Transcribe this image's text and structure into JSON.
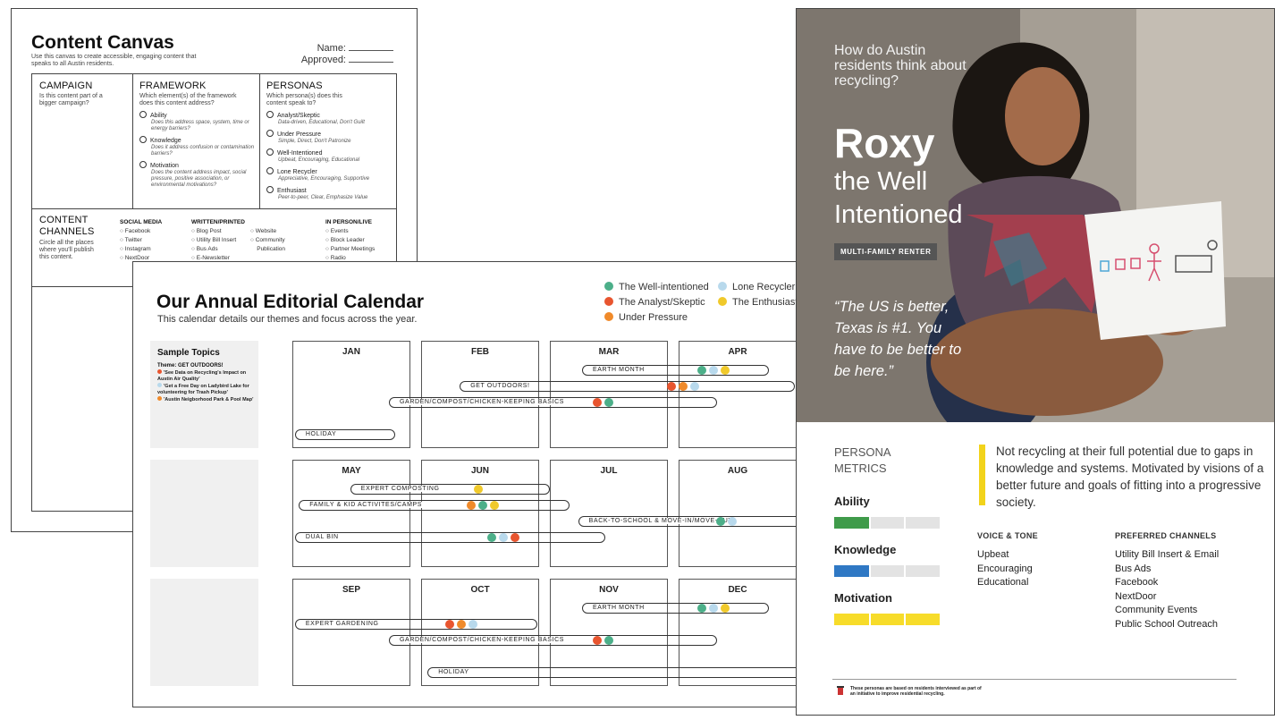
{
  "content_canvas": {
    "title": "Content Canvas",
    "subtitle": "Use this canvas to create accessible, engaging content that speaks to all Austin residents.",
    "name_label": "Name:",
    "approved_label": "Approved:",
    "campaign": {
      "heading": "CAMPAIGN",
      "desc": "Is this content part of a bigger campaign?"
    },
    "framework": {
      "heading": "FRAMEWORK",
      "desc": "Which element(s) of the framework does this content address?",
      "options": [
        {
          "label": "Ability",
          "note": "Does this address space, system, time or energy barriers?"
        },
        {
          "label": "Knowledge",
          "note": "Does it address confusion or contamination barriers?"
        },
        {
          "label": "Motivation",
          "note": "Does the content address impact, social pressure, positive association, or environmental motivations?"
        }
      ]
    },
    "personas": {
      "heading": "PERSONAS",
      "desc": "Which persona(s) does this content speak to?",
      "options": [
        {
          "label": "Analyst/Skeptic",
          "note": "Data-driven, Educational, Don't Guilt"
        },
        {
          "label": "Under Pressure",
          "note": "Simple, Direct, Don't Patronize"
        },
        {
          "label": "Well-Intentioned",
          "note": "Upbeat, Encouraging, Educational"
        },
        {
          "label": "Lone Recycler",
          "note": "Appreciative, Encouraging, Supportive"
        },
        {
          "label": "Enthusiast",
          "note": "Peer-to-peer, Clear, Emphasize Value"
        }
      ]
    },
    "channels": {
      "heading": "CONTENT CHANNELS",
      "desc": "Circle all the places where you'll publish this content.",
      "social": {
        "heading": "SOCIAL MEDIA",
        "items": [
          "Facebook",
          "Twitter",
          "Instagram",
          "NextDoor"
        ]
      },
      "written": {
        "heading": "WRITTEN/PRINTED",
        "items": [
          "Blog Post",
          "Utility Bill Insert",
          "Bus Ads",
          "E-Newsletter"
        ],
        "items2": [
          "Website",
          "Community",
          "Publication"
        ]
      },
      "inperson": {
        "heading": "IN PERSON/LIVE",
        "items": [
          "Events",
          "Block Leader",
          "Partner Meetings",
          "Radio"
        ]
      }
    }
  },
  "calendar": {
    "title": "Our Annual Editorial Calendar",
    "subtitle": "This calendar details our themes and focus across the year.",
    "legend": [
      {
        "label": "The Well-intentioned",
        "color": "#4caf89"
      },
      {
        "label": "Lone Recycler",
        "color": "#b8d9ec"
      },
      {
        "label": "The Analyst/Skeptic",
        "color": "#e8552f"
      },
      {
        "label": "The Enthusiast",
        "color": "#f0c92b"
      },
      {
        "label": "Under Pressure",
        "color": "#f08a2a"
      }
    ],
    "sample_topics": {
      "heading": "Sample Topics",
      "theme": "Theme: GET OUTDOORS!",
      "items": [
        {
          "text": "'See Data on Recycling's Impact on Austin Air Quality'",
          "color": "#e8552f"
        },
        {
          "text": "'Get a Free Day on Ladybird Lake for volunteering for Trash Pickup'",
          "color": "#b8d9ec"
        },
        {
          "text": "'Austin Neigborhood Park & Pool Map'",
          "color": "#f08a2a"
        }
      ]
    },
    "months": [
      "JAN",
      "FEB",
      "MAR",
      "APR",
      "MAY",
      "JUN",
      "JUL",
      "AUG",
      "SEP",
      "OCT",
      "NOV",
      "DEC"
    ],
    "bars": [
      {
        "label": "EARTH MONTH",
        "start": 2.25,
        "end": 3.7,
        "row": 0,
        "lane": 0,
        "dots": [
          "#4caf89",
          "#b8d9ec",
          "#f0c92b"
        ]
      },
      {
        "label": "GET OUTDOORS!",
        "start": 1.3,
        "end": 3.9,
        "row": 0,
        "lane": 1,
        "dots": [
          "#e8552f",
          "#f08a2a",
          "#b8d9ec"
        ]
      },
      {
        "label": "GARDEN/COMPOST/CHICKEN-KEEPING BASICS",
        "start": 0.75,
        "end": 3.3,
        "row": 0,
        "lane": 2,
        "dots": [
          "#e8552f",
          "#4caf89"
        ]
      },
      {
        "label": "HOLIDAY",
        "start": 0.02,
        "end": 0.8,
        "row": 0,
        "lane": 4,
        "dots": []
      },
      {
        "label": "EXPERT COMPOSTING",
        "start": 4.45,
        "end": 6.0,
        "row": 1,
        "lane": 0,
        "dots": [
          "#f0c92b"
        ]
      },
      {
        "label": "FAMILY & KID ACTIVITES/CAMPS",
        "start": 4.05,
        "end": 6.15,
        "row": 1,
        "lane": 1,
        "dots": [
          "#f08a2a",
          "#4caf89",
          "#f0c92b"
        ]
      },
      {
        "label": "BACK-TO-SCHOOL & MOVE-IN/MOVE-OUT",
        "start": 6.22,
        "end": 7.95,
        "row": 1,
        "lane": 2,
        "dots": [
          "#4caf89",
          "#b8d9ec"
        ]
      },
      {
        "label": "DUAL BIN",
        "start": 4.02,
        "end": 6.43,
        "row": 1,
        "lane": 3,
        "dots": [
          "#4caf89",
          "#b8d9ec",
          "#e8552f"
        ]
      },
      {
        "label": "EARTH MONTH",
        "start": 10.25,
        "end": 11.7,
        "row": 2,
        "lane": 0,
        "dots": [
          "#4caf89",
          "#b8d9ec",
          "#f0c92b"
        ]
      },
      {
        "label": "EXPERT GARDENING",
        "start": 8.02,
        "end": 9.9,
        "row": 2,
        "lane": 1,
        "dots": [
          "#e8552f",
          "#f08a2a",
          "#b8d9ec"
        ]
      },
      {
        "label": "GARDEN/COMPOST/CHICKEN-KEEPING BASICS",
        "start": 8.75,
        "end": 11.3,
        "row": 2,
        "lane": 2,
        "dots": [
          "#e8552f",
          "#4caf89"
        ]
      },
      {
        "label": "HOLIDAY",
        "start": 9.05,
        "end": 11.95,
        "row": 2,
        "lane": 4,
        "dots": []
      }
    ]
  },
  "persona": {
    "question": "How do Austin residents think about recycling?",
    "name": "Roxy",
    "tagline_1": "the Well",
    "tagline_2": "Intentioned",
    "badge": "MULTI-FAMILY RENTER",
    "quote": "“The US is better, Texas is #1. You have to be better to be here.”",
    "metrics_label_1": "PERSONA",
    "metrics_label_2": "METRICS",
    "metrics": [
      {
        "label": "Ability",
        "level": 0.33,
        "color": "#3f9b4a"
      },
      {
        "label": "Knowledge",
        "level": 0.33,
        "color": "#2f78c4"
      },
      {
        "label": "Motivation",
        "level": 1.0,
        "color": "#f7dc2a"
      }
    ],
    "summary": "Not recycling at their full potential due to gaps in knowledge and systems. Motivated by visions of a better future and goals of fitting into a progressive society.",
    "voice_heading": "VOICE & TONE",
    "voice": [
      "Upbeat",
      "Encouraging",
      "Educational"
    ],
    "channels_heading": "PREFERRED CHANNELS",
    "channels": [
      "Utility Bill Insert & Email",
      "Bus Ads",
      "Facebook",
      "NextDoor",
      "Community Events",
      "Public School Outreach"
    ],
    "footer": "These personas are based on residents interviewed as part of an initiative to improve residential recycling."
  }
}
